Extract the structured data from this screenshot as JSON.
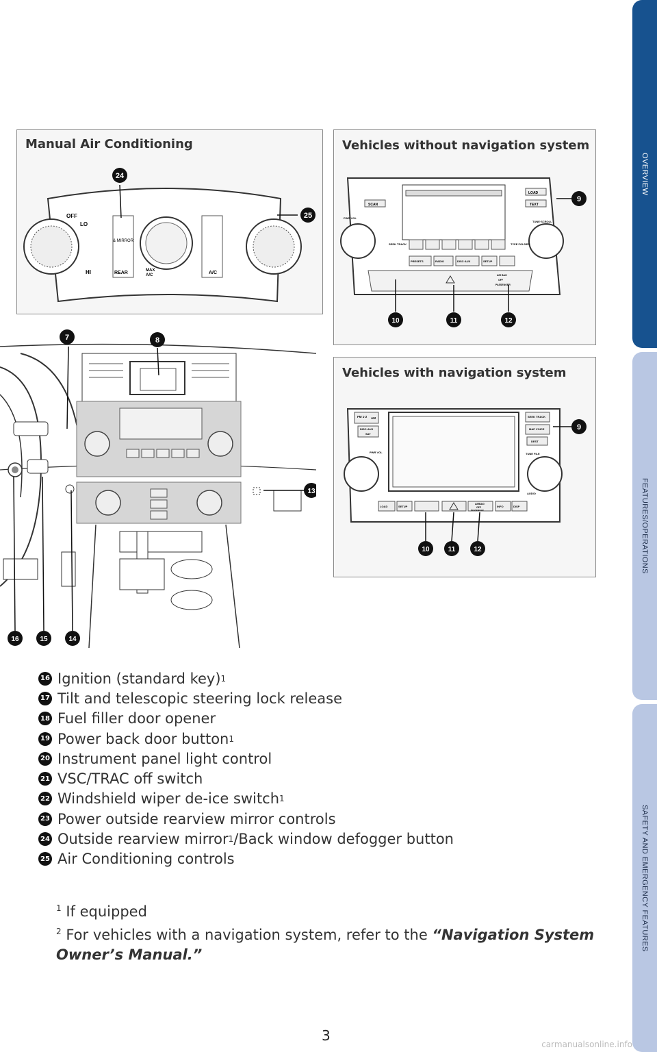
{
  "sidebar": {
    "tabs": [
      {
        "label": "OVERVIEW"
      },
      {
        "label": "FEATURES/OPERATIONS"
      },
      {
        "label": "SAFETY AND EMERGENCY FEATURES"
      }
    ]
  },
  "panels": {
    "manual_ac": {
      "title": "Manual Air Conditioning",
      "callouts": [
        "24",
        "25"
      ],
      "labels": {
        "off": "OFF",
        "lo": "LO",
        "hi": "HI",
        "mirror": "& MIRROR",
        "rear": "REAR",
        "max": "MAX",
        "ac": "A/C",
        "ac2": "A/C"
      }
    },
    "without_nav": {
      "title": "Vehicles without navigation system",
      "callouts": [
        "9",
        "10",
        "11",
        "12"
      ],
      "labels": {
        "scan": "SCAN",
        "load": "LOAD",
        "text": "TEXT",
        "pwr": "PWR·VOL",
        "seek": "SEEK TRACK",
        "type": "TYPE FOLDER",
        "tune": "TUNE·SCROLL",
        "presets": "PRESETS",
        "radio": "RADIO",
        "disc": "DISC·AUX",
        "setup": "SETUP",
        "airbag": "AIR BAG",
        "off": "OFF",
        "passenger": "PASSENGER"
      }
    },
    "with_nav": {
      "title": "Vehicles with navigation system",
      "callouts": [
        "9",
        "10",
        "11",
        "12"
      ],
      "labels": {
        "fm": "FM 1·2",
        "am": "AM",
        "disc": "DISC·AUX",
        "sat": "SAT",
        "pwr": "PWR VOL",
        "seek": "SEEK TRACK",
        "map": "MAP VOICE",
        "dest": "DEST",
        "tune": "TUNE FILE",
        "audio": "AUDIO",
        "load": "LOAD",
        "setup": "SETUP",
        "airbag": "AIRBAG",
        "off": "OFF",
        "passenger": "PASSENGER",
        "info": "INFO",
        "disp": "DISP"
      }
    },
    "dashboard": {
      "callouts": [
        "7",
        "8",
        "13",
        "14",
        "15",
        "16"
      ]
    }
  },
  "legend": [
    {
      "num": "16",
      "text": "Ignition (standard key)",
      "sup": "1"
    },
    {
      "num": "17",
      "text": "Tilt and telescopic steering lock release",
      "sup": ""
    },
    {
      "num": "18",
      "text": "Fuel filler door opener",
      "sup": ""
    },
    {
      "num": "19",
      "text": "Power back door button",
      "sup": "1"
    },
    {
      "num": "20",
      "text": "Instrument panel light control",
      "sup": ""
    },
    {
      "num": "21",
      "text": "VSC/TRAC off switch",
      "sup": ""
    },
    {
      "num": "22",
      "text": "Windshield wiper de-ice switch",
      "sup": "1"
    },
    {
      "num": "23",
      "text": "Power outside rearview mirror controls",
      "sup": ""
    },
    {
      "num": "24",
      "text": "Outside rearview mirror",
      "sup": "1",
      "text2": "/Back window defogger button"
    },
    {
      "num": "25",
      "text": "Air Conditioning controls",
      "sup": ""
    }
  ],
  "footnotes": {
    "f1_mark": "1",
    "f1_text": "If equipped",
    "f2_mark": "2",
    "f2_text": "For vehicles with a navigation system, refer to the ",
    "f2_italic": "“Navigation System Owner’s Manual.”"
  },
  "page": {
    "number": "3",
    "watermark": "carmanualsonline.info"
  }
}
